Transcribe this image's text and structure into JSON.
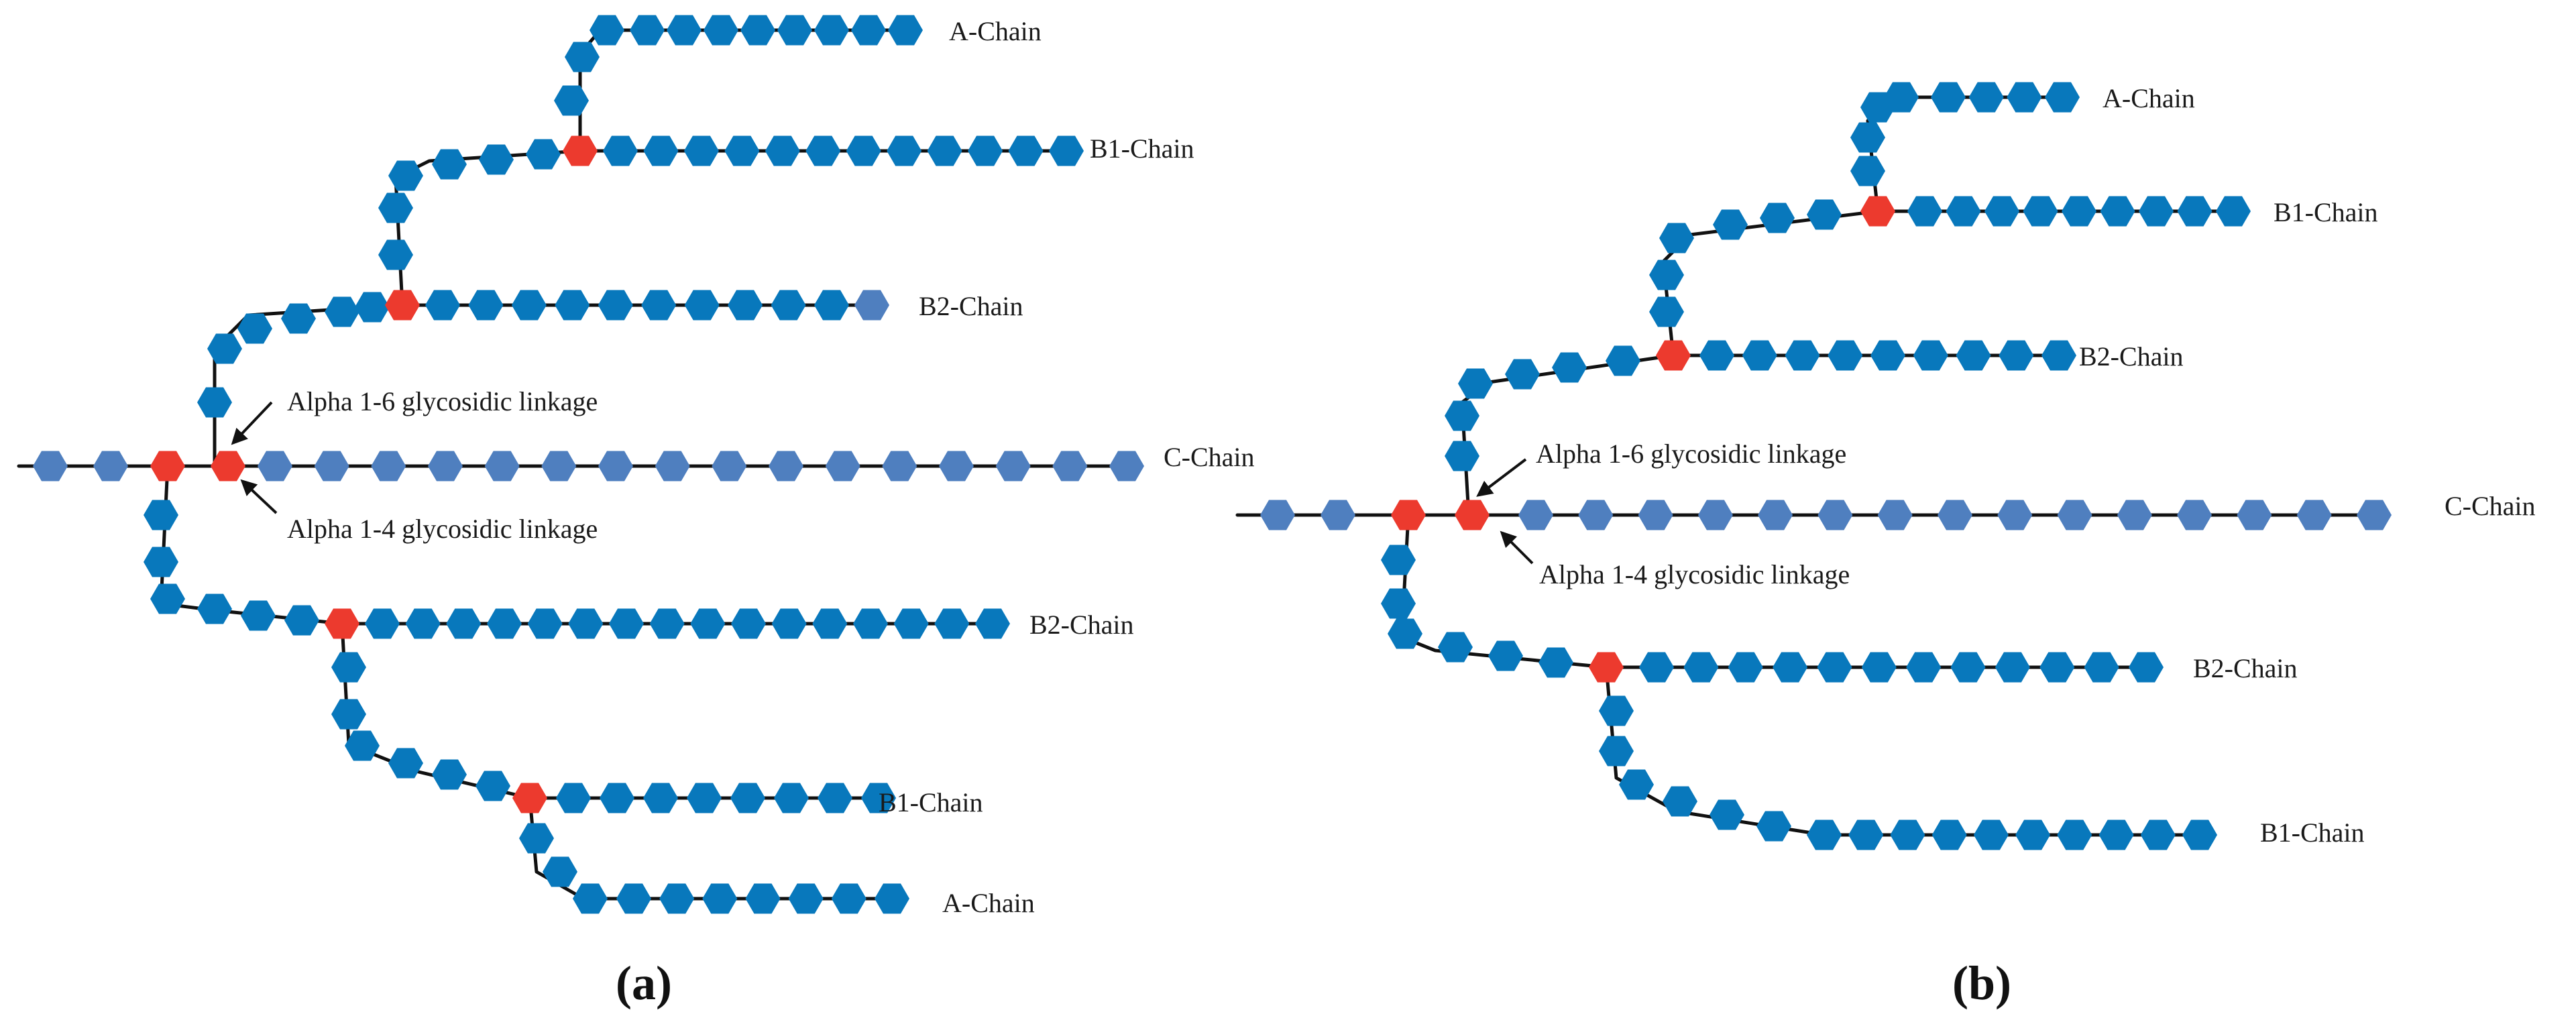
{
  "colors": {
    "branch_residue": "#0878BC",
    "core_residue": "#4F7FBF",
    "branch_point": "#EC3A2E",
    "bond": "#111111"
  },
  "legend_items": {
    "chain_labels": [
      "A-Chain",
      "B1-Chain",
      "B2-Chain",
      "C-Chain"
    ],
    "linkages": [
      "Alpha 1-6 glycosidic linkage",
      "Alpha 1-4 glycosidic linkage"
    ]
  },
  "panels": {
    "a": {
      "label": "(a)",
      "labels": {
        "a_top": "A-Chain",
        "b1_top": "B1-Chain",
        "b2_top": "B2-Chain",
        "c": "C-Chain",
        "b2_bottom": "B2-Chain",
        "b1_bottom": "B1-Chain",
        "a_bottom": "A-Chain",
        "link16": "Alpha 1-6 glycosidic linkage",
        "link14": "Alpha 1-4 glycosidic linkage"
      }
    },
    "b": {
      "label": "(b)",
      "labels": {
        "a_top": "A-Chain",
        "b1_top": "B1-Chain",
        "b2_top": "B2-Chain",
        "c": "C-Chain",
        "link16": "Alpha 1-6 glycosidic linkage",
        "link14": "Alpha 1-4 glycosidic linkage",
        "b2_bottom": "B2-Chain",
        "b1_bottom": "B1-Chain"
      }
    }
  }
}
